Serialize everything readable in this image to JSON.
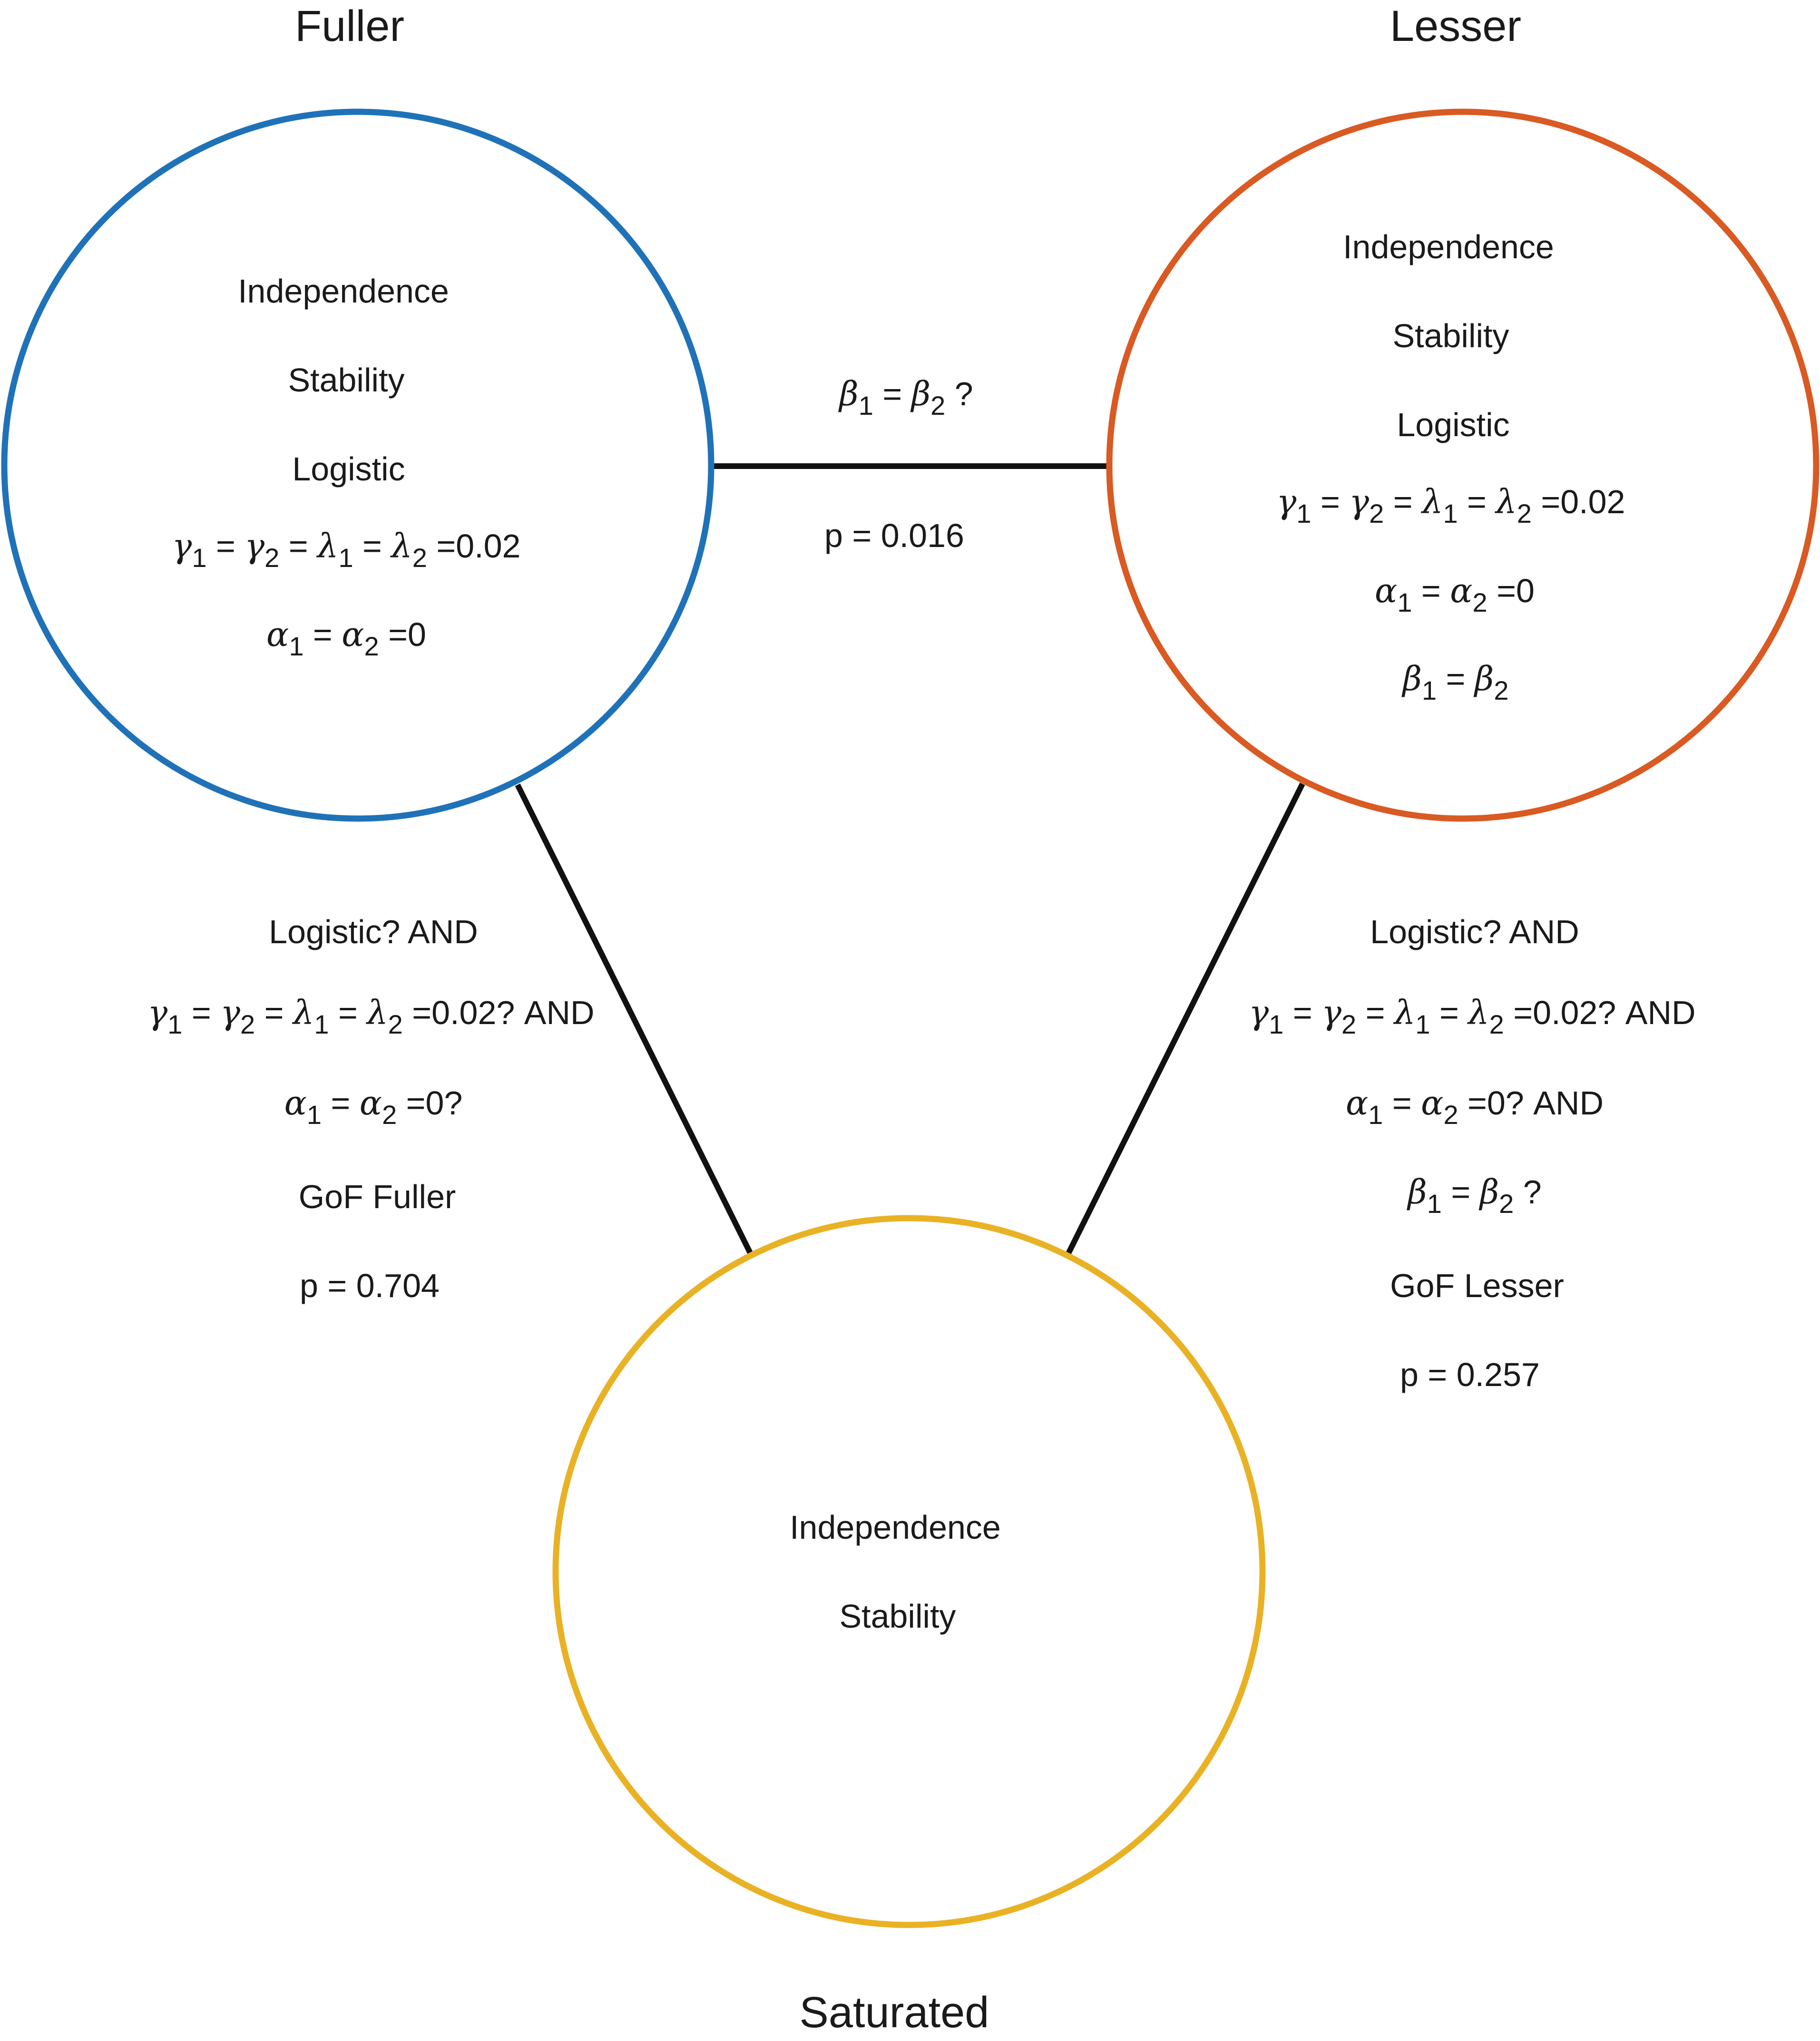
{
  "colors": {
    "fuller": "#1f72b8",
    "lesser": "#d95a22",
    "saturated": "#e9b225",
    "edge": "#111111"
  },
  "nodes": {
    "fuller": {
      "title": "Fuller",
      "lines": [
        "Independence",
        "Stability",
        "Logistic"
      ]
    },
    "lesser": {
      "title": "Lesser",
      "lines": [
        "Independence",
        "Stability",
        "Logistic"
      ]
    },
    "saturated": {
      "title": "Saturated",
      "lines": [
        "Independence",
        "Stability"
      ]
    }
  },
  "edges": {
    "fuller_lesser": {
      "p_value": "p = 0.016"
    },
    "fuller_saturated": {
      "lines": [
        "Logistic? AND",
        "GoF Fuller",
        "p = 0.704"
      ]
    },
    "lesser_saturated": {
      "lines": [
        "Logistic? AND",
        "GoF Lesser",
        "p = 0.257"
      ]
    }
  },
  "formula_tokens": {
    "gamma": "γ",
    "lambda": "λ",
    "alpha": "α",
    "beta": "β",
    "sub1": "1",
    "sub2": "2",
    "eq": " = ",
    "eq_val_002": " =0.02",
    "eq_val_002_q_and": " =0.02? AND",
    "eq_val_0": " =0",
    "eq_val_0_q": " =0?",
    "eq_val_0_q_and": " =0? AND",
    "q": " ?"
  }
}
